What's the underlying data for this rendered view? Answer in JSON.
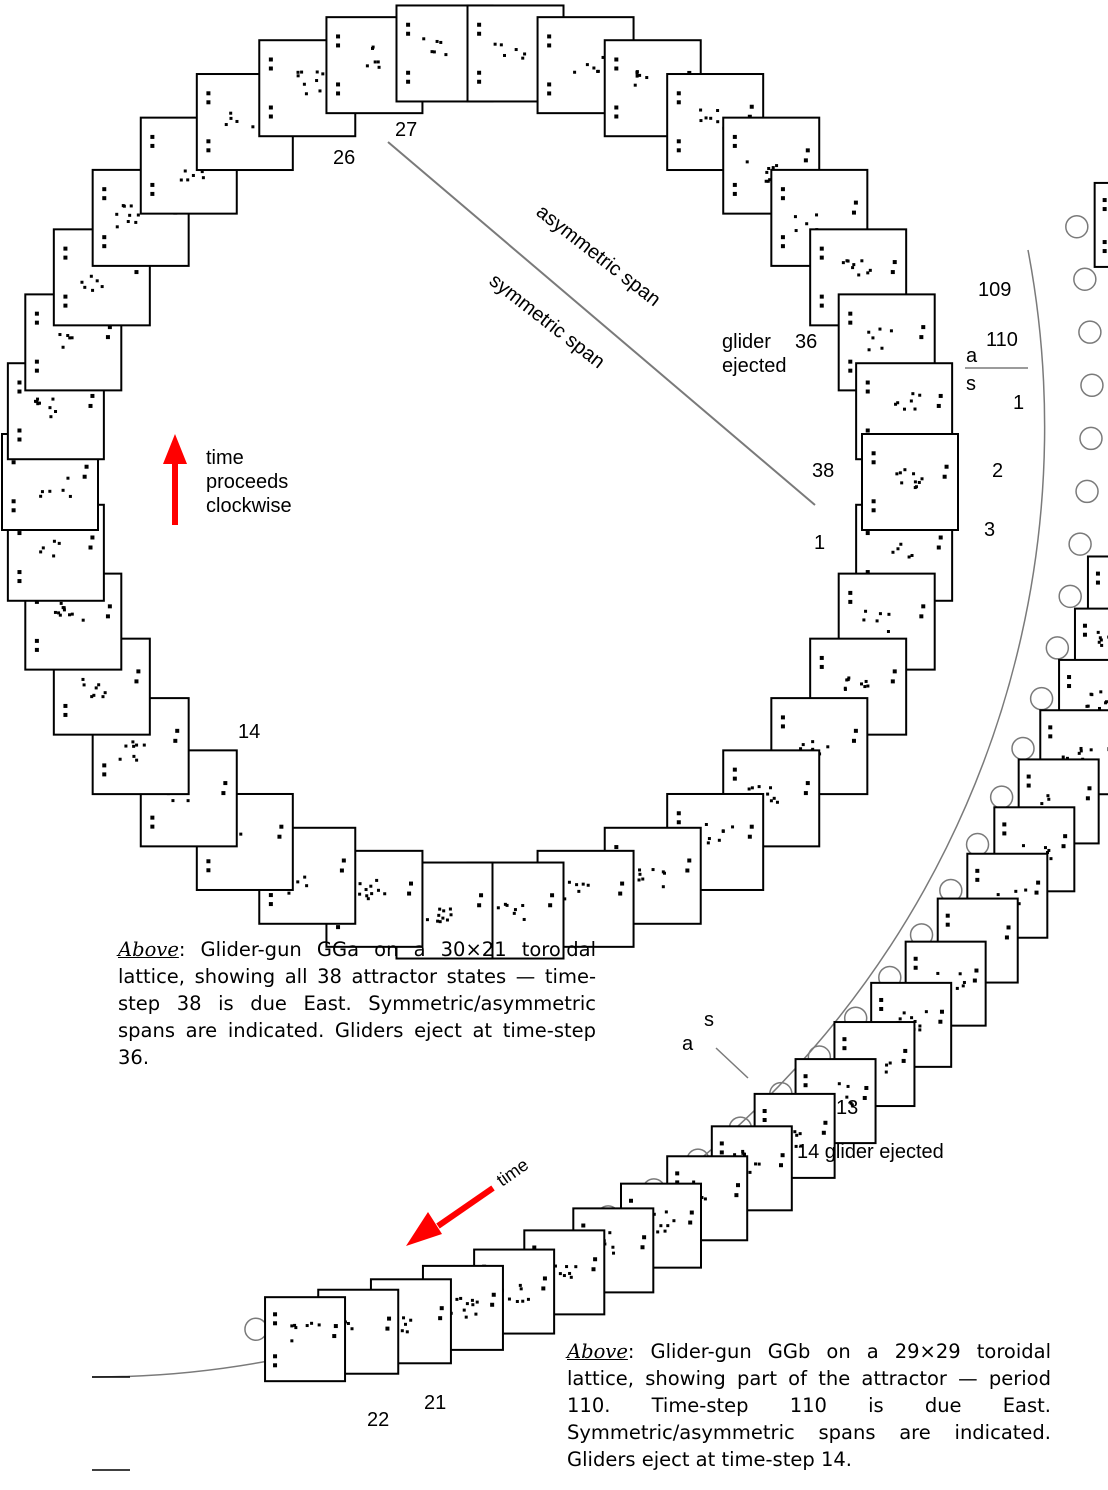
{
  "figure_a": {
    "labels": {
      "step_26": "26",
      "step_27": "27",
      "step_14": "14",
      "step_36": "36",
      "step_38": "38",
      "step_1": "1",
      "glider_line1": "glider",
      "glider_line2": "ejected",
      "asymmetric_span": "asymmetric span",
      "symmetric_span": "symmetric span",
      "time_line1": "time",
      "time_line2": "proceeds",
      "time_line3": "clockwise"
    },
    "caption_lead": "Above",
    "caption_body": ":  Glider-gun GGa on a 30×21 toroidal lattice, showing all 38 attractor states — time-step 38 is due East.  Symmetric/asymmetric spans are indicated.  Gliders eject at time-step 36."
  },
  "figure_b": {
    "labels": {
      "step_109": "109",
      "step_110": "110",
      "a_top": "a",
      "s_top": "s",
      "step_1": "1",
      "step_2": "2",
      "step_3": "3",
      "s_mid": "s",
      "a_mid": "a",
      "step_13": "13",
      "glider": "14 glider ejected",
      "time": "time",
      "step_21": "21",
      "step_22": "22"
    },
    "caption_lead": "Above",
    "caption_body": ": Glider-gun GGb on a 29×29 toroidal lattice, showing part of the attractor — period 110.  Time-step 110 is due East. Symmetric/asymmetric spans are indicated. Gliders eject at time-step 14."
  },
  "colors": {
    "arrow": "#ff0000",
    "line": "#7a7a7a",
    "frame": "#000000"
  }
}
